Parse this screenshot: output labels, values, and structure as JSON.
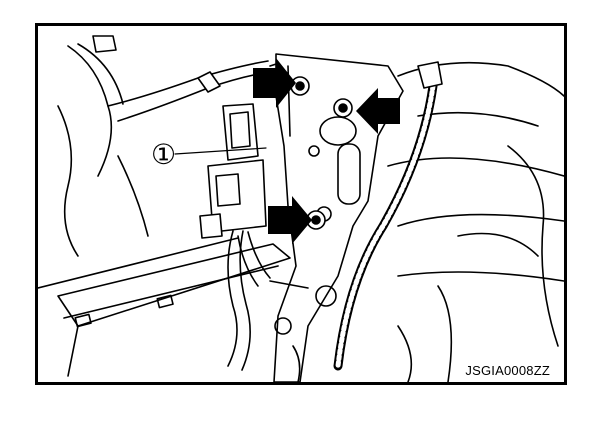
{
  "figure": {
    "figure_id": "JSGIA0008ZZ",
    "callouts": [
      {
        "number": "1",
        "symbol": "①"
      }
    ],
    "arrow_count": 3,
    "colors": {
      "line": "#000000",
      "background": "#ffffff"
    }
  }
}
